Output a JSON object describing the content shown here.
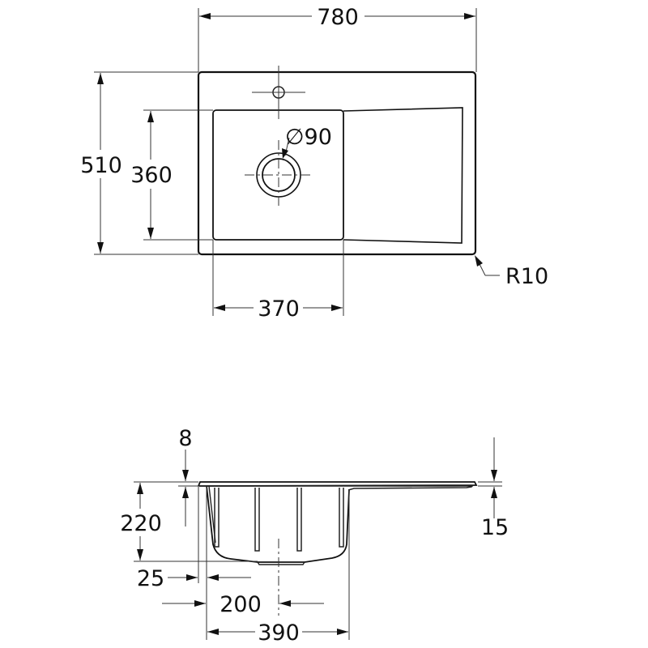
{
  "drawing": {
    "title": "Sink technical drawing",
    "top_view": {
      "overall_width": "780",
      "overall_depth": "510",
      "bowl_depth": "360",
      "bowl_width": "370",
      "drain_diameter": "∅90",
      "corner_radius": "R10"
    },
    "side_view": {
      "rim_thickness": "8",
      "bowl_height": "220",
      "drainboard_thickness": "15",
      "edge_offset": "25",
      "drain_offset": "200",
      "bowl_outer_width": "390"
    },
    "colors": {
      "line": "#111111",
      "background": "#ffffff"
    }
  }
}
